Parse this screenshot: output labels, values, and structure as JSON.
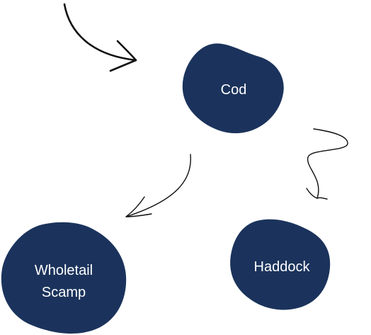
{
  "colors": {
    "node_fill": "#1b335c",
    "node_text": "#ffffff",
    "arrow": "#111111",
    "background": "#ffffff"
  },
  "nodes": {
    "cod": {
      "label": "Cod"
    },
    "wholetail_scamp": {
      "label_line1": "Wholetail",
      "label_line2": "Scamp"
    },
    "haddock": {
      "label": "Haddock"
    }
  }
}
